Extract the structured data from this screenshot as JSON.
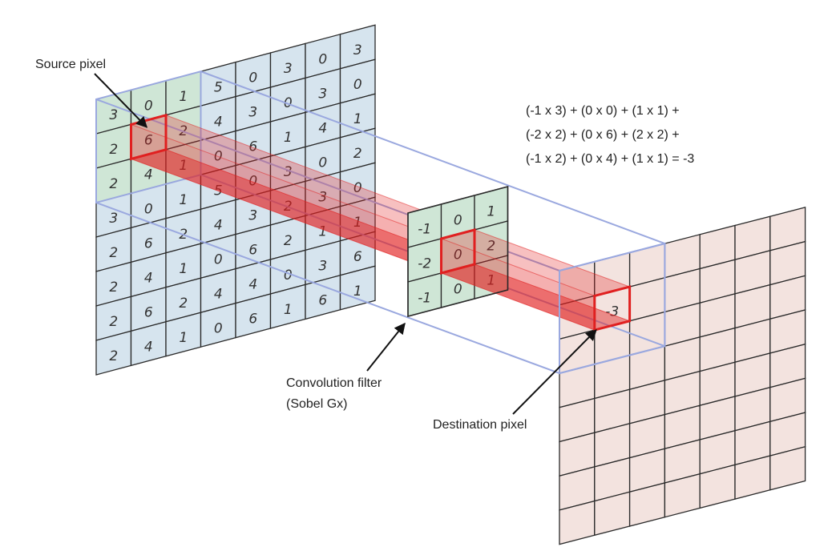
{
  "labels": {
    "source_pixel": "Source pixel",
    "filter_line1": "Convolution filter",
    "filter_line2": "(Sobel Gx)",
    "destination_pixel": "Destination pixel"
  },
  "equation": [
    "(-1 x 3) + (0 x 0) + (1 x 1) +",
    "(-2 x 2) + (0 x 6) + (2 x 2) +",
    "(-1 x 2) + (0 x 4) + (1 x 1)  = -3"
  ],
  "source_grid": [
    [
      "3",
      "0",
      "1",
      "5",
      "0",
      "3",
      "0",
      "3"
    ],
    [
      "2",
      "6",
      "2",
      "4",
      "3",
      "0",
      "3",
      "0"
    ],
    [
      "2",
      "4",
      "1",
      "0",
      "6",
      "1",
      "4",
      "1"
    ],
    [
      "3",
      "0",
      "1",
      "5",
      "0",
      "3",
      "0",
      "2"
    ],
    [
      "2",
      "6",
      "2",
      "4",
      "3",
      "2",
      "3",
      "0"
    ],
    [
      "2",
      "4",
      "1",
      "0",
      "6",
      "2",
      "1",
      "1"
    ],
    [
      "2",
      "6",
      "2",
      "4",
      "4",
      "0",
      "3",
      "6"
    ],
    [
      "2",
      "4",
      "1",
      "0",
      "6",
      "1",
      "6",
      "1"
    ]
  ],
  "kernel": [
    [
      "-1",
      "0",
      "1"
    ],
    [
      "-2",
      "0",
      "2"
    ],
    [
      "-1",
      "0",
      "1"
    ]
  ],
  "destination_value": "-3",
  "colors": {
    "source_fill": "#d6e4ee",
    "window_fill": "#cfe6d6",
    "kernel_fill": "#cfe6d6",
    "dest_fill": "#f3e3df",
    "highlight": "#e02020",
    "projection_line": "#9aa8df"
  }
}
